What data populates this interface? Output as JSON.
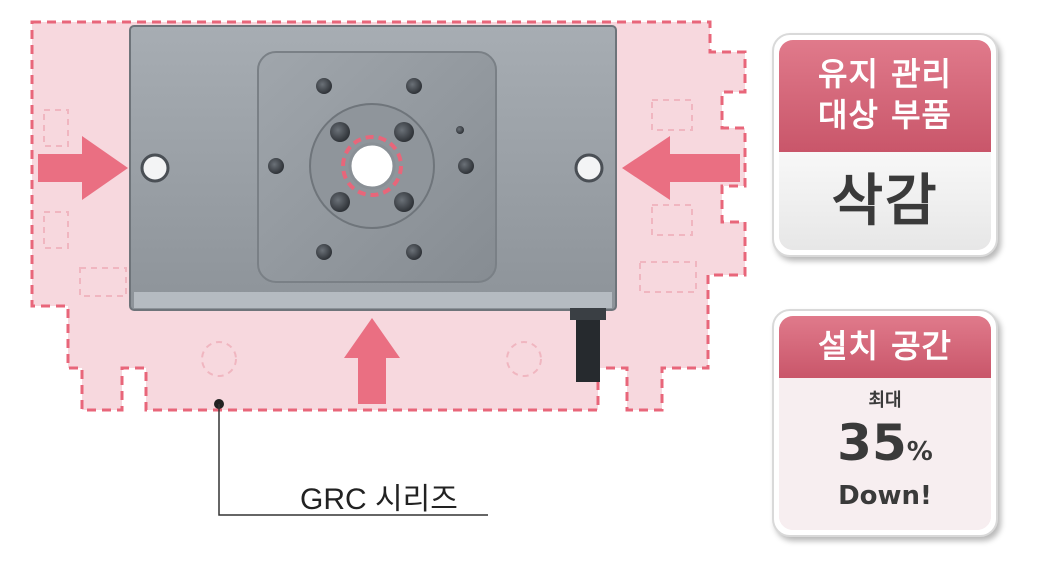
{
  "product_label": "GRC 시리즈",
  "badge_maintenance": {
    "title_line1": "유지 관리",
    "title_line2": "대상 부품",
    "value": "삭감"
  },
  "badge_space": {
    "title": "설치 공간",
    "prefix": "최대",
    "number": "35",
    "unit": "%",
    "suffix": "Down!"
  },
  "colors": {
    "accent": "#e8667a",
    "outline_fill": "#f7d8de",
    "badge_header": "#d0606f",
    "product_body": "#9aa0a6"
  }
}
